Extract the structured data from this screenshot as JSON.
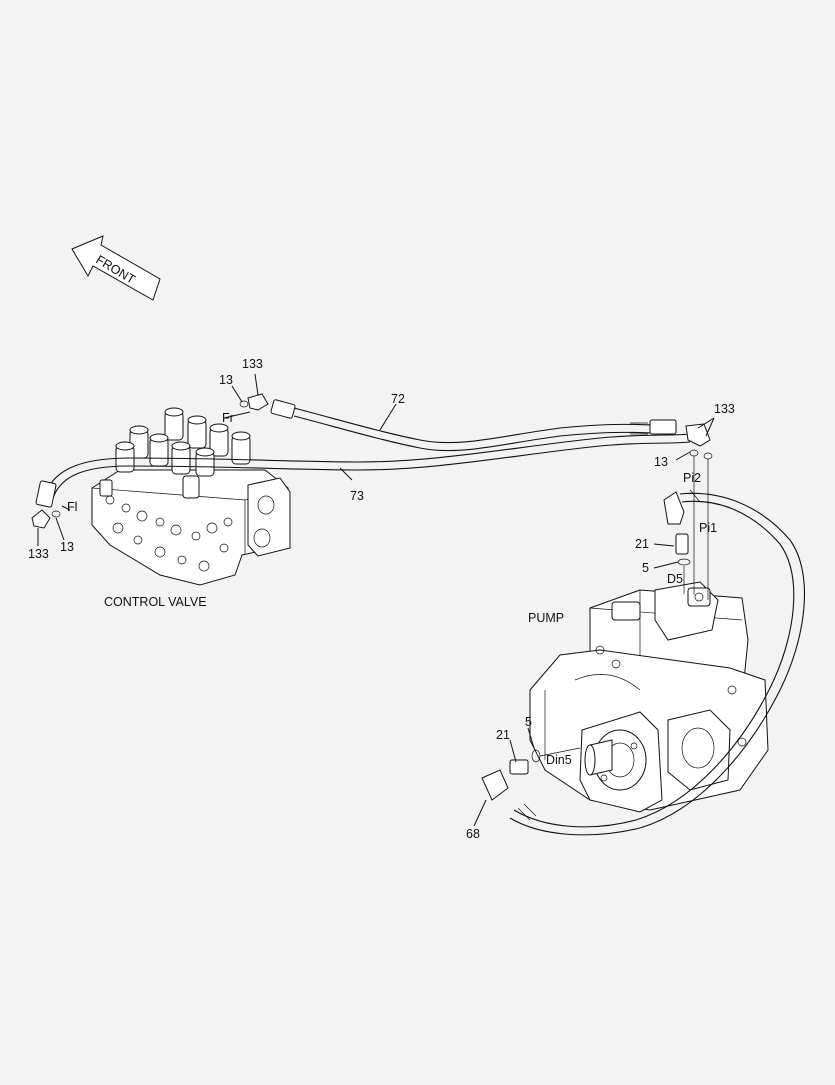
{
  "labels": {
    "front": "FRONT",
    "control_valve": "CONTROL VALVE",
    "pump": "PUMP",
    "hose_72": "72",
    "hose_73": "73",
    "hose_68": "68",
    "part_133_top": "133",
    "part_13_top": "13",
    "port_fr": "Fr",
    "port_fl": "Fl",
    "part_133_left": "133",
    "part_13_left": "13",
    "part_133_right": "133",
    "part_13_right": "13",
    "port_pi2": "Pi2",
    "port_pi1": "Pi1",
    "part_21_upper": "21",
    "part_5_upper": "5",
    "port_d5": "D5",
    "part_5_lower": "5",
    "part_21_lower": "21",
    "port_din5": "Din5"
  }
}
